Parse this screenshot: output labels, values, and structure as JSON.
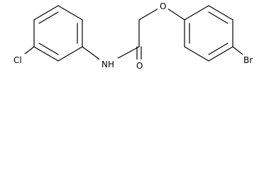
{
  "atom_labels": {
    "cl": "Cl",
    "nh": "NH",
    "o_carbonyl": "O",
    "o_ether": "O",
    "br": "Br"
  },
  "colors": {
    "bond": "#000000",
    "label": "#000000",
    "background": "#ffffff"
  }
}
